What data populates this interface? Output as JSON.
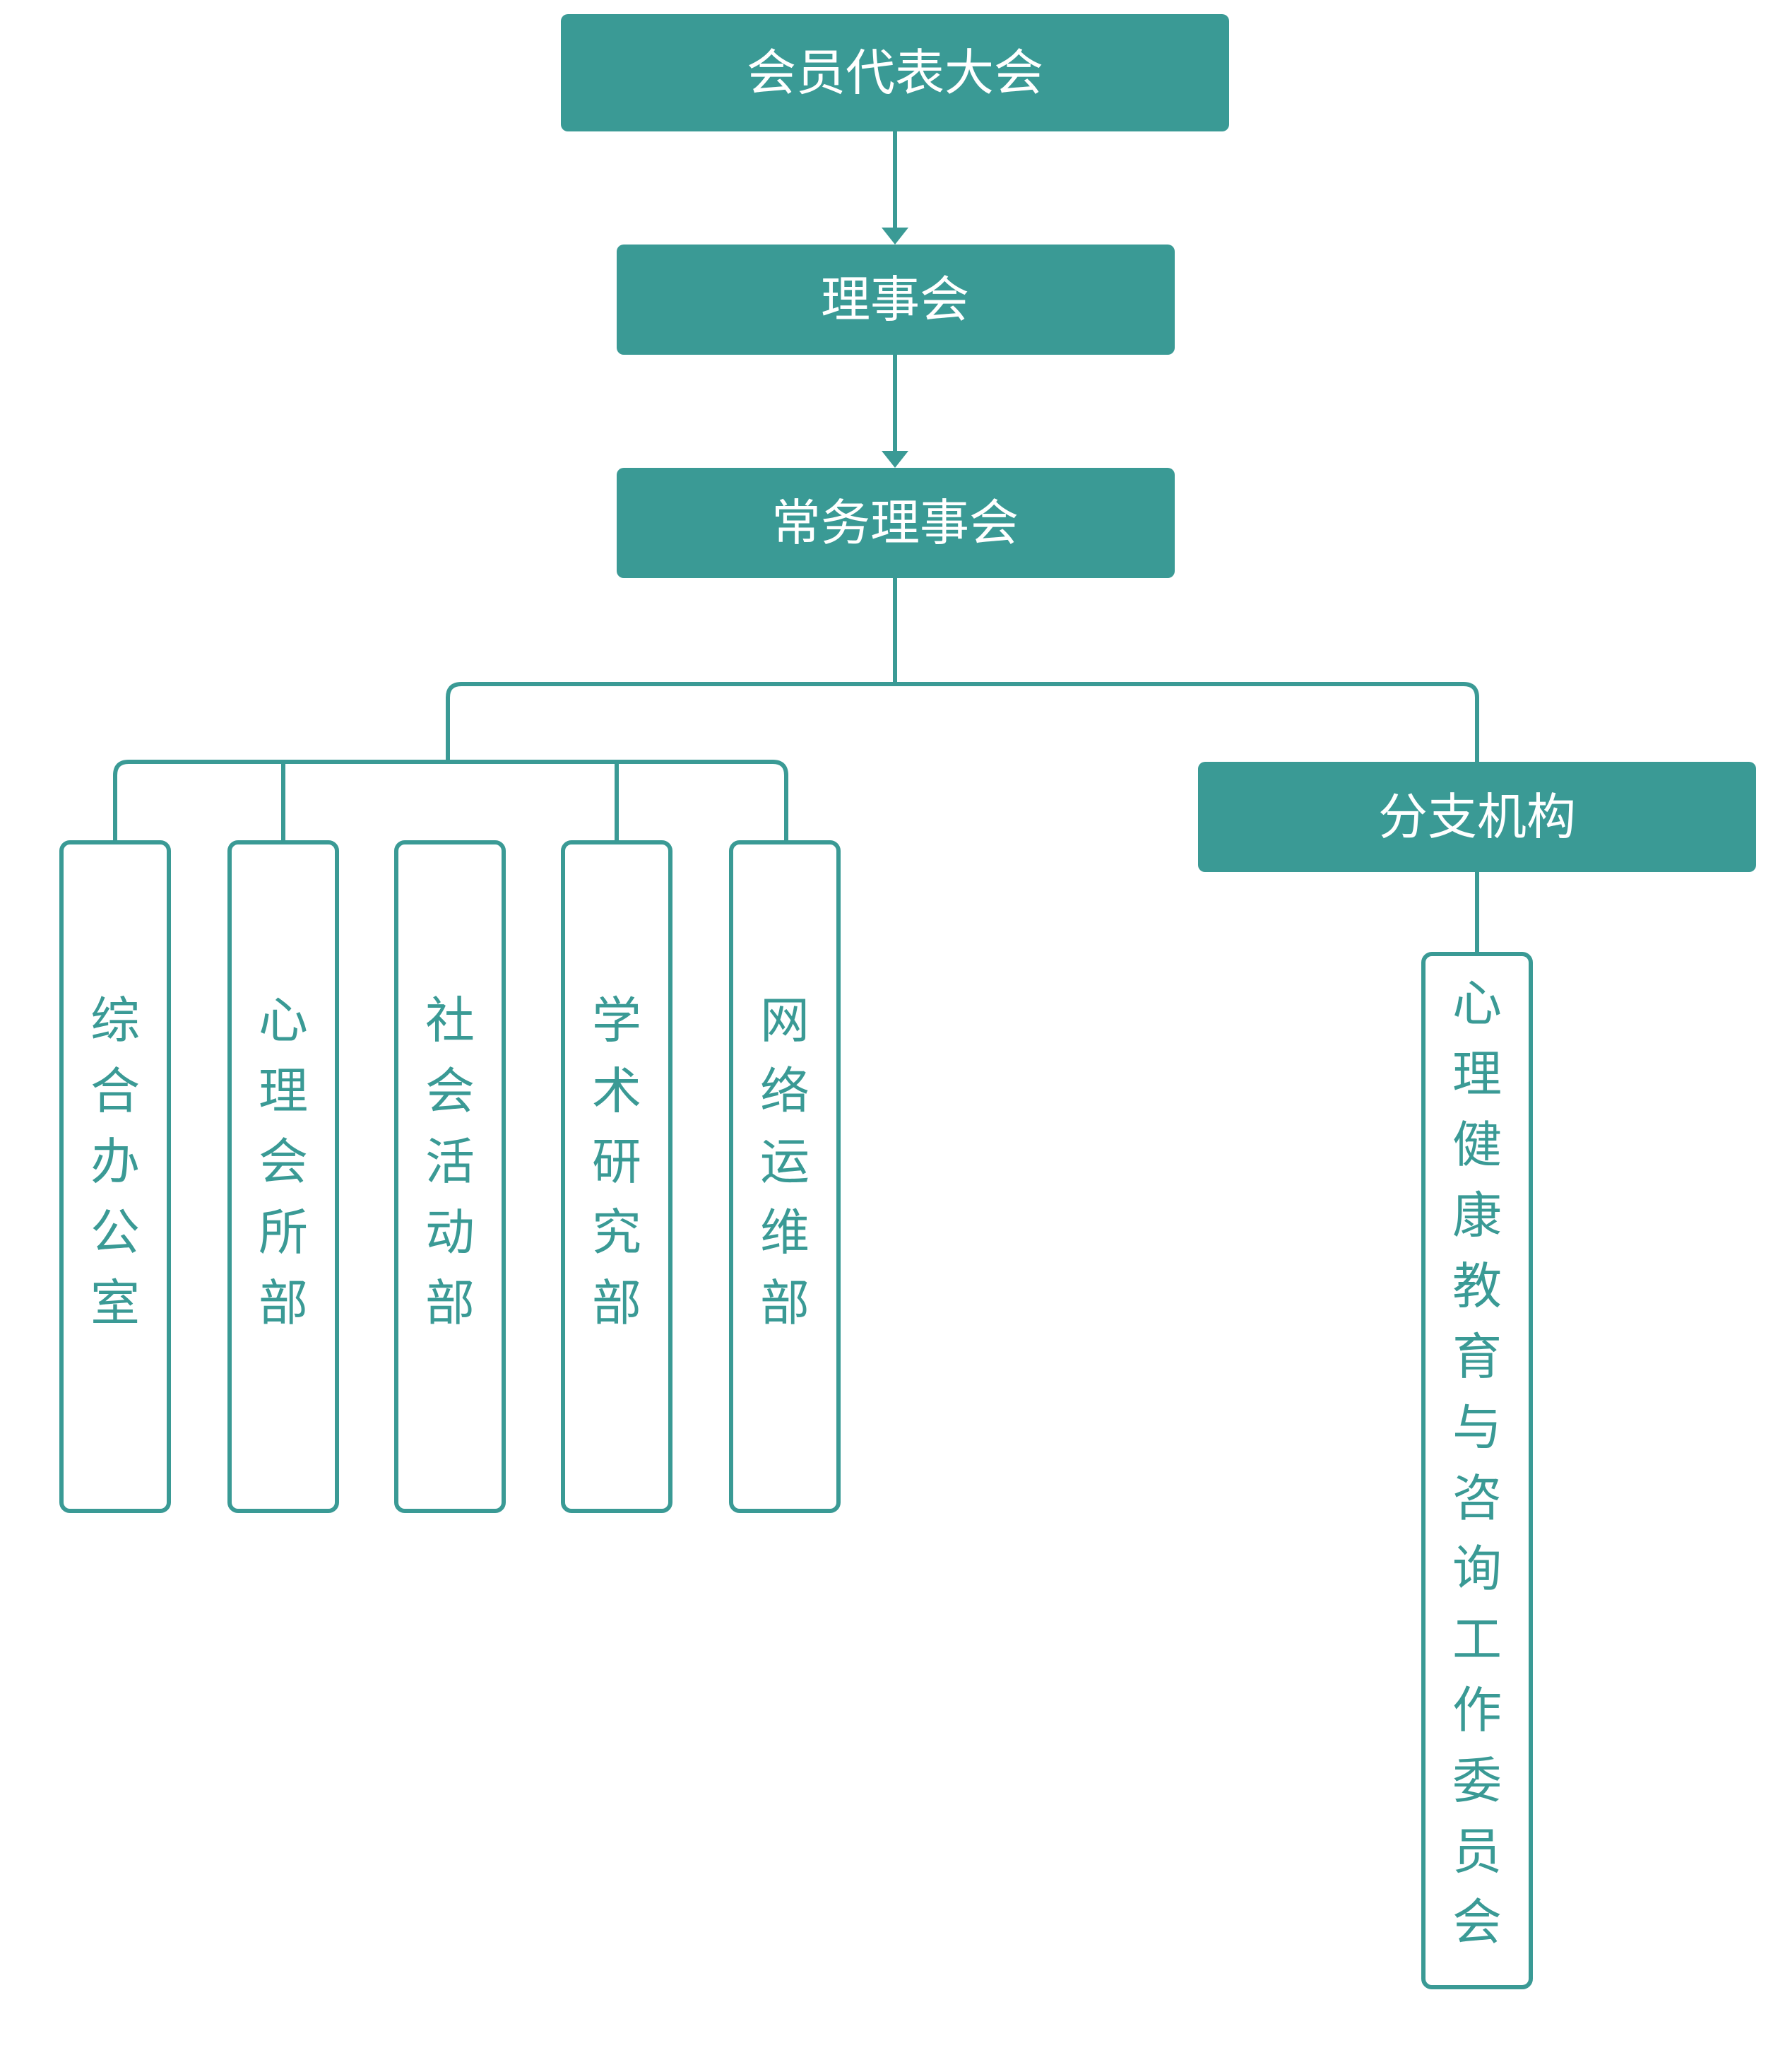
{
  "colors": {
    "primary": "#3a9a95",
    "background": "#ffffff"
  },
  "nodes": {
    "congress": "会员代表大会",
    "council": "理事会",
    "standing_council": "常务理事会",
    "branch": "分支机构"
  },
  "departments": [
    "综合办公室",
    "心理会所部",
    "社会活动部",
    "学术研究部",
    "网络运维部"
  ],
  "committee": "心理健康教育与咨询工作委员会"
}
